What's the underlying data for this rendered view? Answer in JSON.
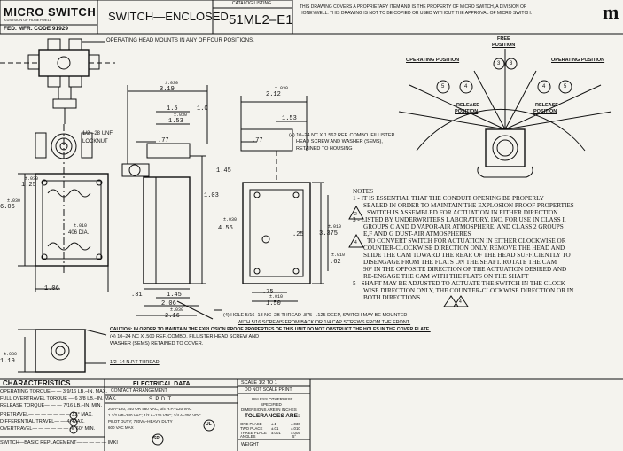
{
  "title_block": {
    "brand": "MICRO SWITCH",
    "brand_sub": "A DIVISION OF HONEYWELL",
    "fed_code": "FED. MFR. CODE 91929",
    "doc_title": "SWITCH—ENCLOSED",
    "catalog_label": "CATALOG LISTING",
    "catalog_number": "51ML2–E1",
    "proprietary_notice_1": "THIS DRAWING COVERS A PROPRIETARY ITEM AND IS THE PROPERTY OF MICRO SWITCH, A DIVISION OF",
    "proprietary_notice_2": "HONEYWELL. THIS DRAWING IS NOT TO BE COPIED OR USED WITHOUT THE APPROVAL OF MICRO SWITCH.",
    "logo_letter": "m"
  },
  "callouts": {
    "operating_head": "OPERATING HEAD MOUNTS IN ANY OF FOUR POSITIONS.",
    "locknut_size": "1/2 –28 UNF",
    "locknut": "LOCKNUT",
    "fillister_1": "(4) 10–24 NC X 1.562 REF. COMBO. FILLISTER",
    "fillister_2": "HEAD SCREW AND WASHER (SEMS),",
    "fillister_3": "RETAINED TO HOUSING",
    "hole_1": "(4) HOLE 5/16–18 NC–2B THREAD .875 +.125 DEEP, SWITCH MAY BE MOUNTED",
    "hole_2": "WITH 5/16 SCREWS FROM BACK OR 1/4 CAP SCREWS FROM THE FRONT.",
    "caution": "CAUTION: IN ORDER TO MAINTAIN THE EXPLOSION PROOF PROPERTIES OF THIS UNIT DO NOT OBSTRUCT THE HOLES IN THE COVER PLATE.",
    "cover_screw_1": "(4) 10–24 NC X .500 REF. COMBO. FILLISTER HEAD SCREW AND",
    "cover_screw_2": "WASHER (SEMS) RETAINED TO COVER.",
    "npt": "1/2–14 N.P.T    THREAD",
    "dia": "406 DIA."
  },
  "dimensions": {
    "d319": "3.19",
    "d030a": "±.030",
    "d15": "1.5",
    "d10": "1.0",
    "d153": "1.53",
    "d030b": "±.030",
    "d77": ".77",
    "d212": "2.12",
    "d030c": "±.030",
    "d153b": "1.53",
    "d77b": ".77",
    "d145": "1.45",
    "d103": "1.03",
    "d125": "1.25",
    "d030d": "±.030",
    "d606": "6.06",
    "d030e": "±.030",
    "d456": "4.56",
    "d030f": "±.030",
    "d3375": "3.375",
    "d010a": "±.010",
    "d25": ".25",
    "d62": ".62",
    "d010b": "±.010",
    "d010c": "±.010",
    "d106": "1.06",
    "d31": ".31",
    "d145b": "1.45",
    "d206": "2.06",
    "d216": "2.16",
    "d030g": "±.030",
    "d75": ".75",
    "d150": "1.50",
    "d010d": "±.010",
    "d119": "1.19",
    "d030h": "±.030"
  },
  "operating_diagram": {
    "free": "FREE",
    "free_pos": "POSITION",
    "op_left": "OPERATING POSITION",
    "op_right": "OPERATING POSITION",
    "rel_left_1": "RELEASE",
    "rel_left_2": "POSITION",
    "rel_right_1": "RELEASE",
    "rel_right_2": "POSITION",
    "c3a": "3",
    "c3b": "3",
    "c4a": "4",
    "c4b": "4",
    "c5a": "5",
    "c5b": "5"
  },
  "notes": {
    "heading": "NOTES",
    "n1a": "1 - IT IS ESSENTIAL THAT THE CONDUIT OPENING BE PROPERLY",
    "n1b": "SEALED IN ORDER TO MAINTAIN THE EXPLOSION PROOF PROPERTIES",
    "n2": "SWITCH IS ASSEMBLED FOR ACTUATION IN EITHER DIRECTION",
    "n3a": "3 - LISTED BY UNDERWRITERS LABORATORY, INC. FOR USE IN CLASS I,",
    "n3b": "GROUPS C AND D VAPOR-AIR ATMOSPHERE, AND CLASS 2 GROUPS",
    "n3c": "E,F   AND G DUST-AIR ATMOSPHERES",
    "n4a": "TO CONVERT SWITCH FOR ACTUATION IN EITHER CLOCKWISE OR",
    "n4b": "COUNTER-CLOCKWISE DIRECTION ONLY, REMOVE THE HEAD AND",
    "n4c": "SLIDE THE CAM TOWARD THE REAR OF THE HEAD SUFFICIENTLY TO",
    "n4d": "DISENGAGE FROM THE FLATS ON THE SHAFT.   ROTATE THE CAM",
    "n4e": "90°  IN THE OPPOSITE DIRECTION OF THE ACTUATION DESIRED AND",
    "n4f": "RE-ENGAGE THE CAM WITH THE FLATS ON THE SHAFT",
    "n5a": "5 - SHAFT MAY BE ADJUSTED TO ACTUATE THE SWITCH IN THE CLOCK-",
    "n5b": "WISE DIRECTION ONLY, THE COUNTER-CLOCKWISE DIRECTION OR IN",
    "n5c": "BOTH DIRECTIONS",
    "tri2": "2",
    "tri4": "4",
    "tri4b": "4"
  },
  "characteristics": {
    "heading": "CHARACTERISTICS",
    "rows": [
      "OPERATING TORQUE— — 3 9/16 LB.–IN. MAX.",
      "FULL OVERTRAVEL TORQUE — 6 3/8 LB.–IN. MAX.",
      "RELEASE TORQUE— — — 7/16 LB.–IN. MIN.",
      "PRETRAVEL— — — — — — —  12° MAX.",
      "DIFFERENTIAL TRAVEL— —  4° MAX.",
      "OVERTRAVEL— — — — — — —  60° MIN.",
      "SWITCH—BASIC REPLACEMENT— — — — — IMKI"
    ],
    "circ3": "3",
    "circ4": "4",
    "circ5": "5"
  },
  "electrical": {
    "heading": "ELECTRICAL DATA",
    "contact_label": "CONTACT ARRANGEMENT",
    "contact_value": "S. P. D. T.",
    "rating_1": "20 A–120, 240 OR 480 VAC; 3/4 H.P.–120 VAC",
    "rating_2": "1 1/2 HP–240 VAC; 1/2 A–125 VDC; 1/4 A–250 VDC",
    "rating_3": "PILOT DUTY; 720VA–HEAVY DUTY",
    "rating_4": "600 VAC MAX",
    "csa": "SP",
    "ul": "UL"
  },
  "scale_block": {
    "scale": "SCALE 1/2 TO 1",
    "no_scale": "DO NOT SCALE PRINT",
    "tol_1": "UNLESS OTHERWISE",
    "tol_2": "SPECIFIED",
    "tol_3": "DIMENSIONS ARE IN INCHES",
    "tol_head": "TOLERANCES ARE:",
    "tol_r1a": "ONE PLACE",
    "tol_r1b": "±.1",
    "tol_r1c": "±.030",
    "tol_r2a": "TWO PLACE",
    "tol_r2b": "±.01",
    "tol_r2c": "±.010",
    "tol_r3a": "THREE PLACE",
    "tol_r3b": "±.001",
    "tol_r3c": "±.005",
    "tol_r4a": "ANGLES",
    "tol_r4c": "5°",
    "weight": "WEIGHT"
  }
}
